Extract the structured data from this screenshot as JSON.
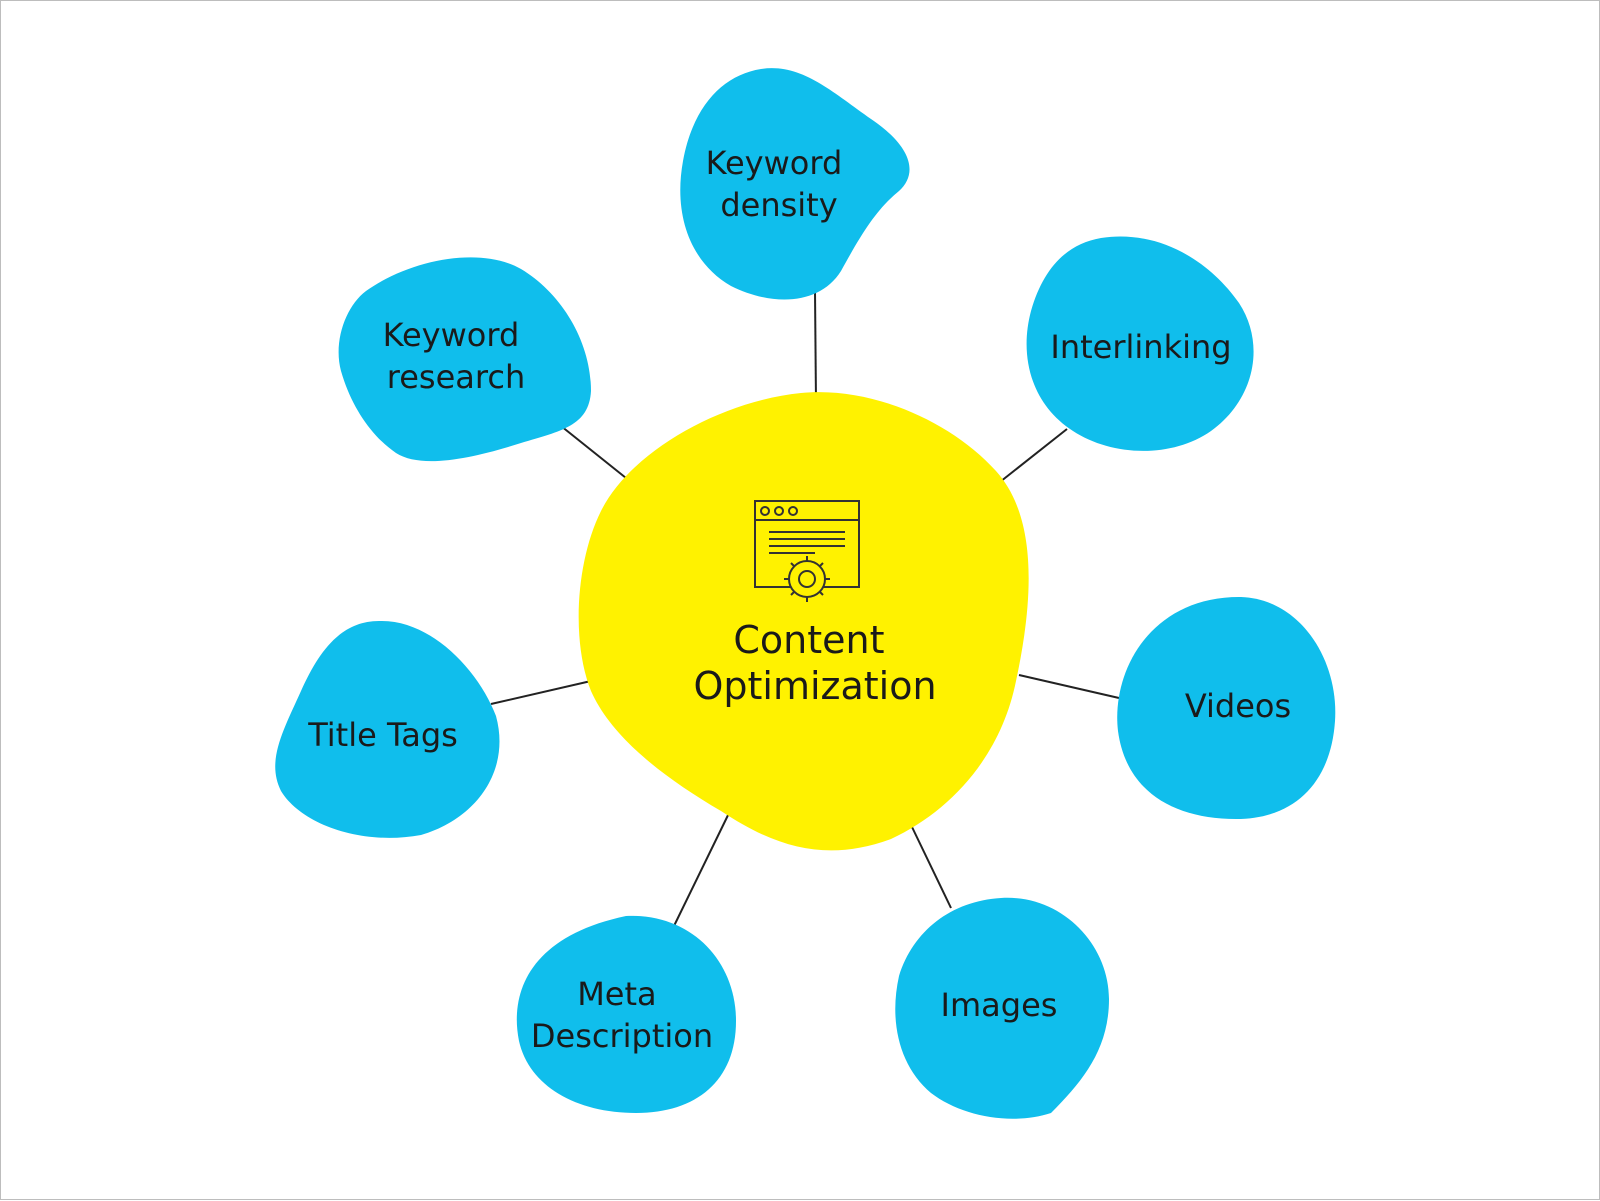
{
  "diagram": {
    "colors": {
      "center_fill": "#FFF200",
      "node_fill": "#10BEEC",
      "line": "#222222",
      "text": "#1a1a1a",
      "background": "#FFFFFF"
    },
    "center": {
      "icon": "webpage-settings-icon",
      "lines": [
        "Content",
        "Optimization"
      ]
    },
    "nodes": [
      {
        "id": "keyword-density",
        "lines": [
          "Keyword",
          "density"
        ]
      },
      {
        "id": "interlinking",
        "lines": [
          "Interlinking"
        ]
      },
      {
        "id": "videos",
        "lines": [
          "Videos"
        ]
      },
      {
        "id": "images",
        "lines": [
          "Images"
        ]
      },
      {
        "id": "meta-description",
        "lines": [
          "Meta",
          "Description"
        ]
      },
      {
        "id": "title-tags",
        "lines": [
          "Title Tags"
        ]
      },
      {
        "id": "keyword-research",
        "lines": [
          "Keyword",
          "research"
        ]
      }
    ]
  }
}
